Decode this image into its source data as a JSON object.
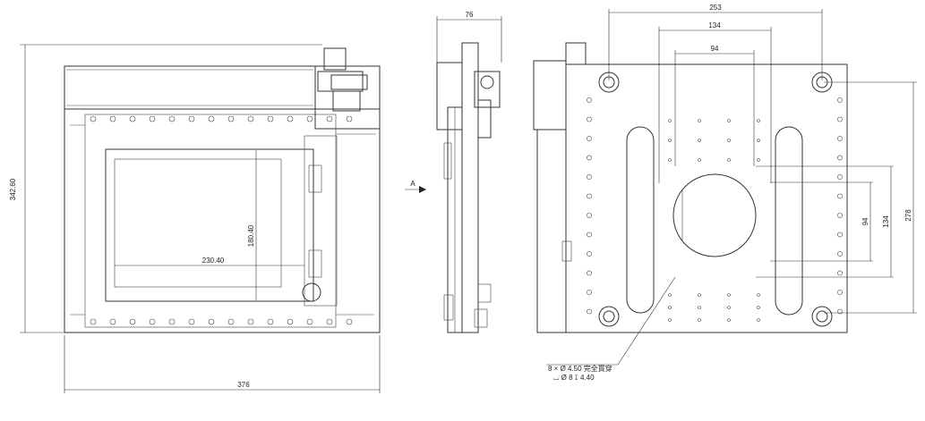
{
  "front_view": {
    "height_dim": "342.60",
    "width_dim": "376",
    "window_width_dim": "230.40",
    "window_height_dim": "180.40"
  },
  "side_view": {
    "depth_dim": "76",
    "view_marker": "A"
  },
  "rear_view": {
    "span_outer_dim": "253",
    "span_mid_dim": "134",
    "span_inner_dim": "94",
    "v_inner_dim": "94",
    "v_mid_dim": "134",
    "v_outer_dim": "278",
    "hole_note_line1": "8 × Ø 4.50 完全貫穿",
    "hole_note_line2": "⌴ Ø 8 ↧ 4.40"
  },
  "colors": {
    "line": "#333333",
    "panel_fill": "#e9e9e9"
  }
}
